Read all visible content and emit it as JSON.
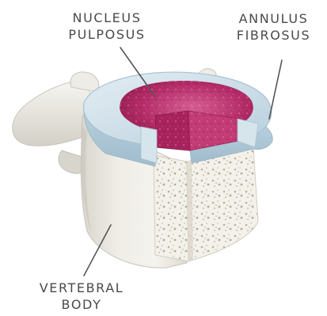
{
  "labels": {
    "nucleus": {
      "line1": "NUCLEUS",
      "line2": "PULPOSUS"
    },
    "annulus": {
      "line1": "ANNULUS",
      "line2": "FIBROSUS"
    },
    "vertebral": {
      "line1": "VERTEBRAL",
      "line2": "BODY"
    }
  },
  "colors": {
    "bone": "#ecebe4",
    "bone_shadow": "#cfccc3",
    "annulus": "#c8dbe6",
    "annulus_light": "#dfeaf1",
    "nucleus": "#b0235f",
    "nucleus_light": "#cf5a8d",
    "cancellous": "#f3f0e8",
    "text": "#4a4a4a"
  }
}
